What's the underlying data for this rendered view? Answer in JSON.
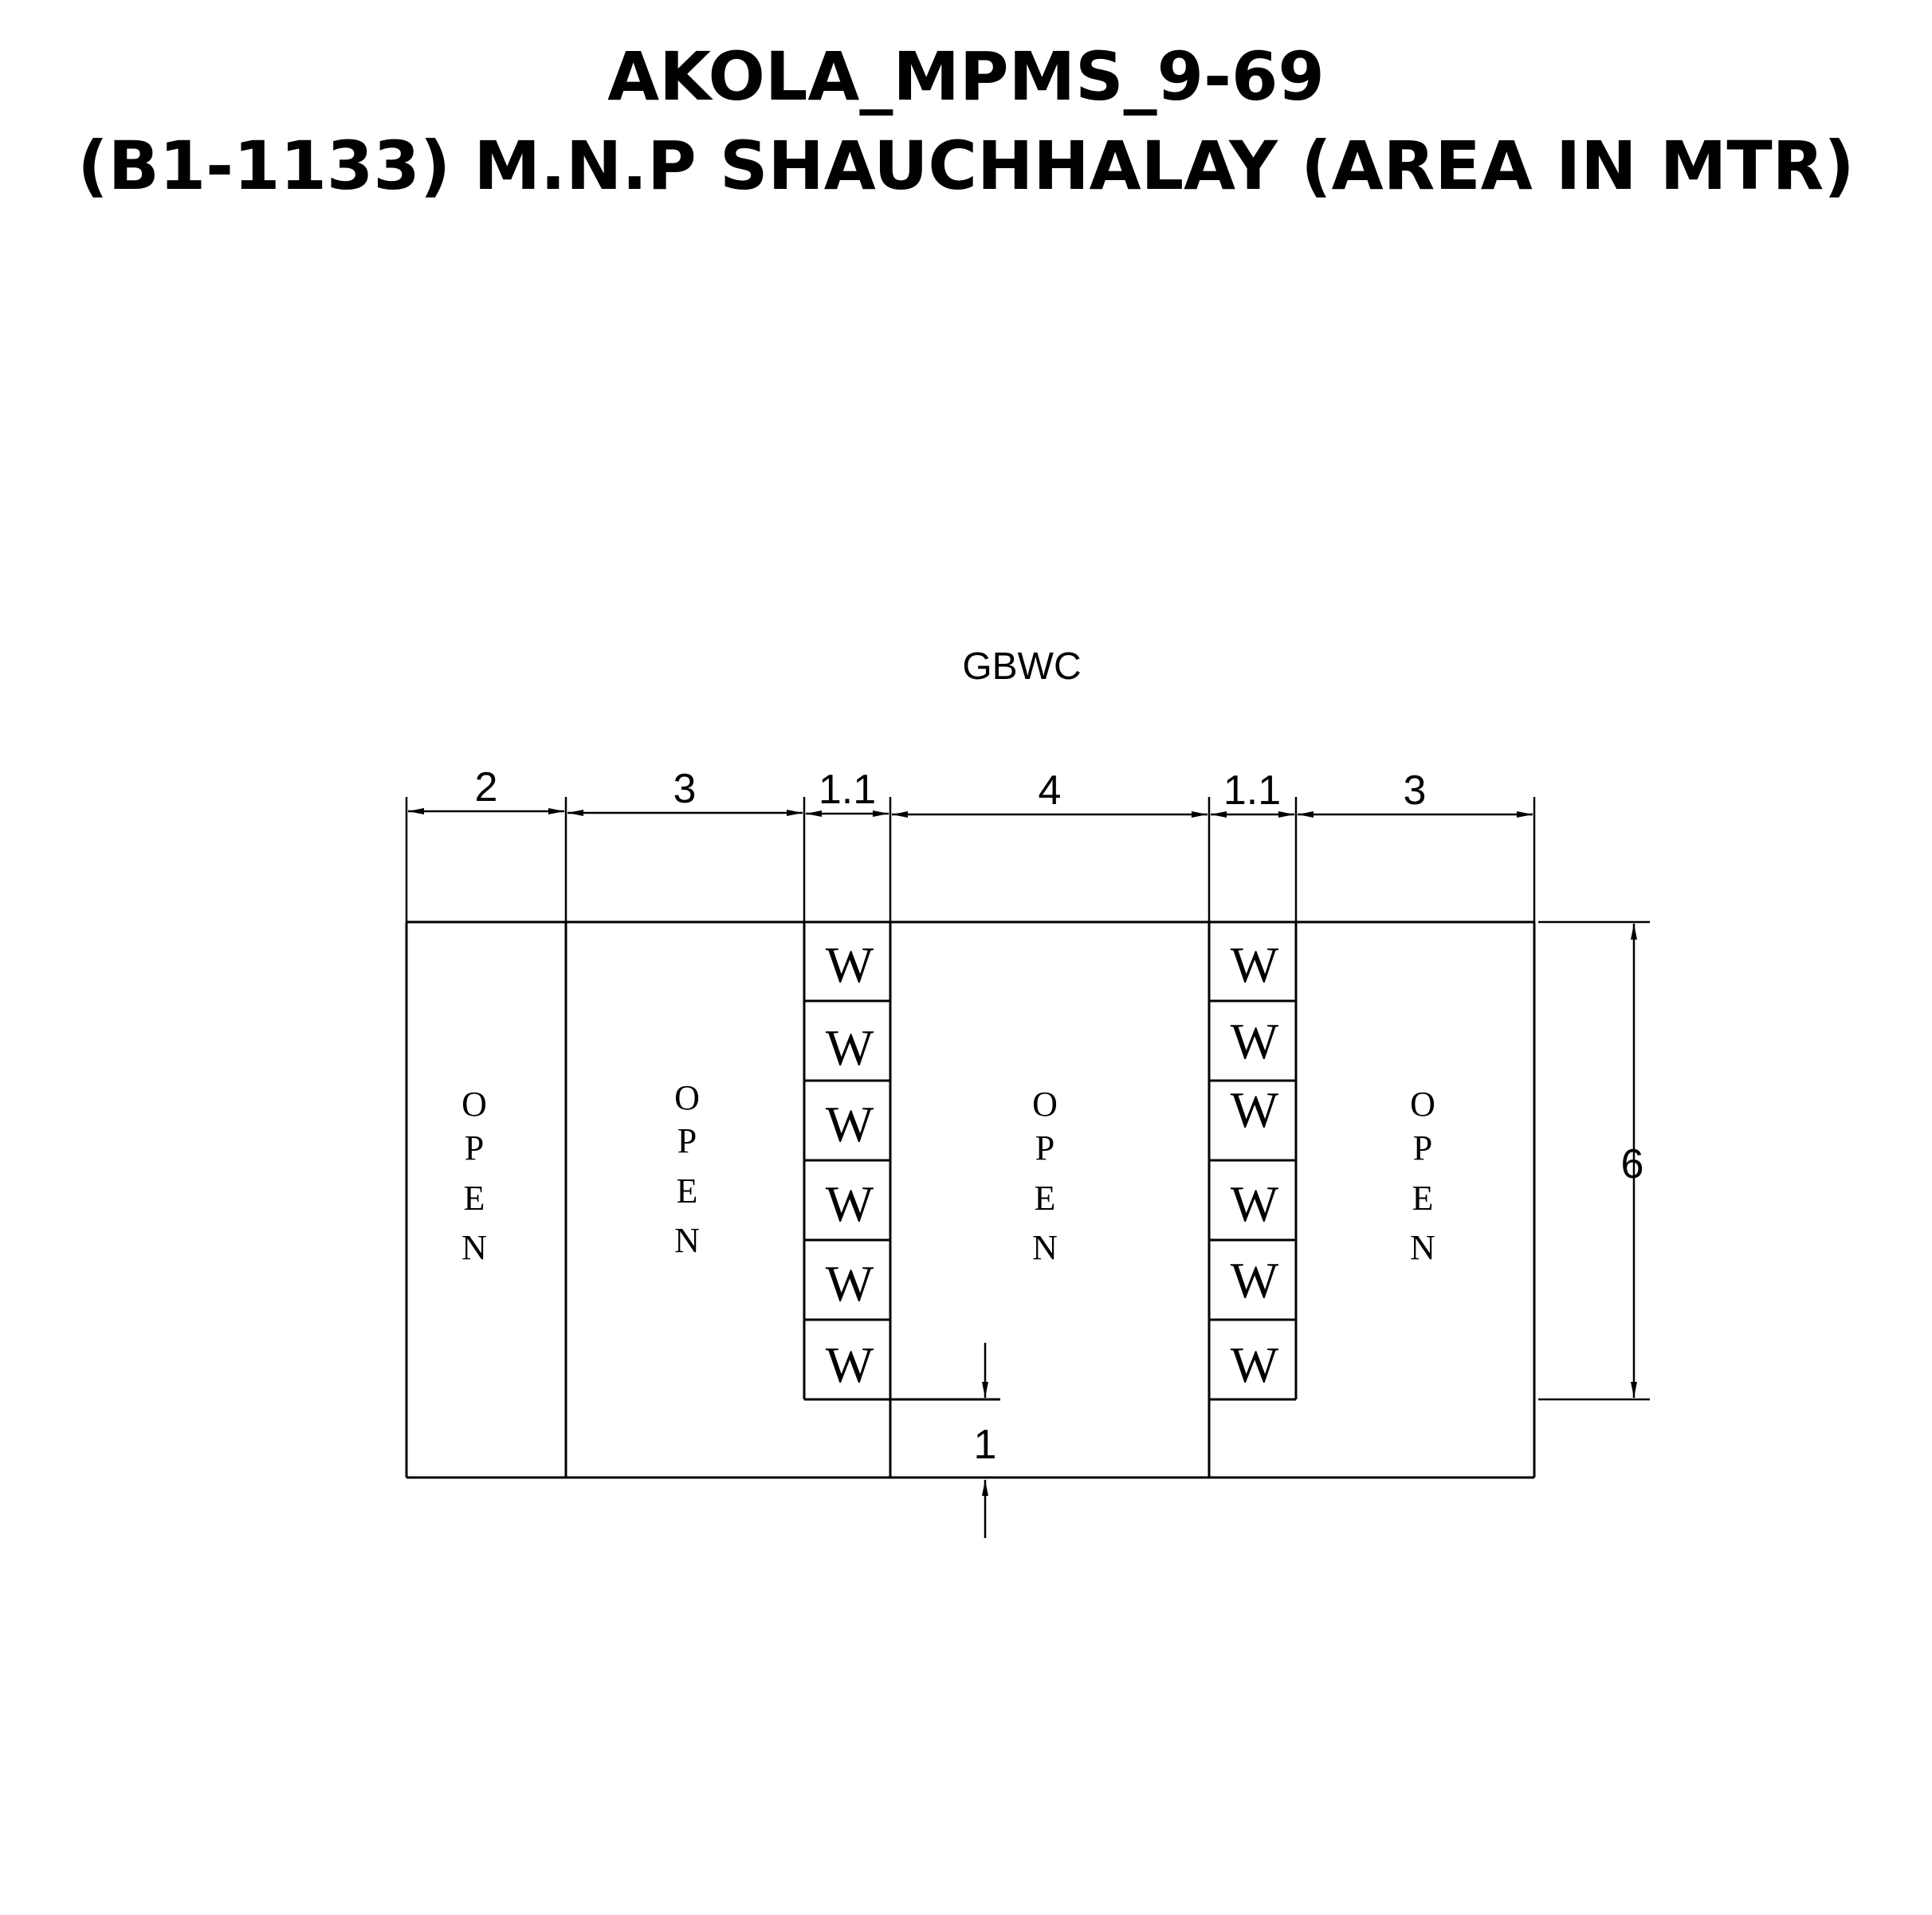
{
  "title": {
    "line1": "AKOLA_MPMS_9-69",
    "line2": "(B1-1133) M.N.P SHAUCHHALAY (AREA IN MTR)"
  },
  "plan": {
    "label": "GBWC",
    "top_dimensions": [
      "2",
      "3",
      "1.1",
      "4",
      "1.1",
      "3"
    ],
    "side_dimension": "6",
    "front_gap_dimension": "1",
    "open_label": "OPEN",
    "open_letters": [
      "O",
      "P",
      "E",
      "N"
    ],
    "wc_label": "W",
    "zones": [
      "OPEN",
      "OPEN",
      "W x6",
      "OPEN",
      "W x6",
      "OPEN"
    ]
  }
}
